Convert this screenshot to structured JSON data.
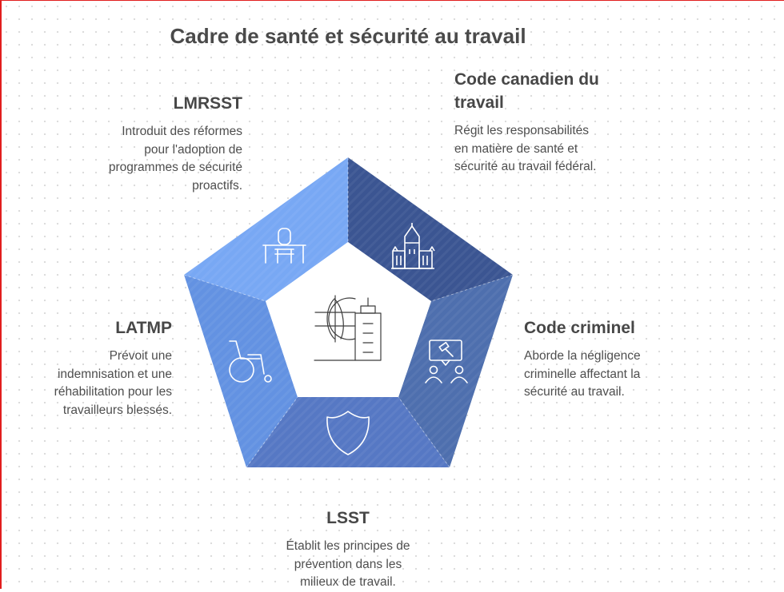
{
  "title": "Cadre de santé et sécurité au travail",
  "segments": [
    {
      "heading": "LMRSST",
      "desc_lines": [
        "Introduit des réformes",
        "pour l'adoption de",
        "programmes de sécurité",
        "proactifs."
      ],
      "icon": "desk-chair-icon",
      "color": "#78a8f4"
    },
    {
      "heading_lines": [
        "Code canadien du",
        "travail"
      ],
      "desc_lines": [
        "Régit les responsabilités",
        "en matière de santé et",
        "sécurité au travail fédéral."
      ],
      "icon": "parliament-building-icon",
      "color": "#3b5592"
    },
    {
      "heading": "Code criminel",
      "desc_lines": [
        "Aborde la négligence",
        "criminelle affectant la",
        "sécurité au travail."
      ],
      "icon": "gavel-people-icon",
      "color": "#4e6fae"
    },
    {
      "heading": "LSST",
      "desc_lines": [
        "Établit les principes de",
        "prévention dans les",
        "milieux de travail."
      ],
      "icon": "shield-icon",
      "color": "#5678c4"
    },
    {
      "heading": "LATMP",
      "desc_lines": [
        "Prévoit une",
        "indemnisation et une",
        "réhabilitation pour les",
        "travailleurs blessés."
      ],
      "icon": "wheelchair-icon",
      "color": "#6392e2"
    }
  ],
  "center_icon": "globe-building-icon"
}
